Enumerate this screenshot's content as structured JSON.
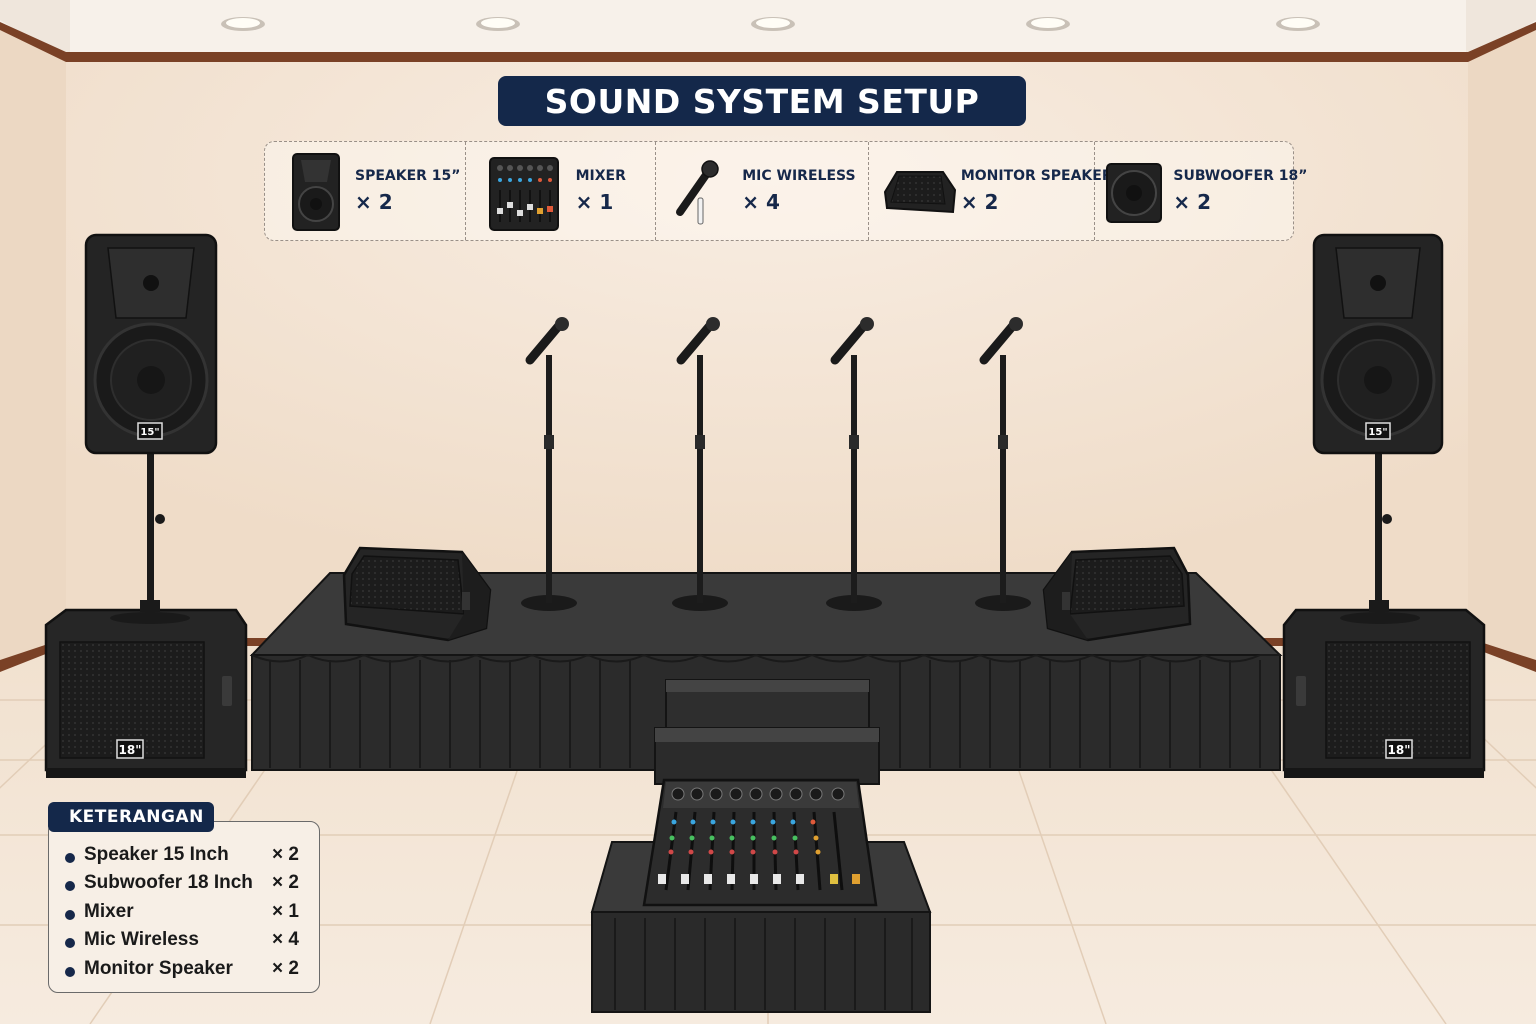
{
  "title": "SOUND SYSTEM SETUP",
  "inventory": [
    {
      "name": "SPEAKER 15”",
      "qty": "× 2",
      "icon": "speaker-icon"
    },
    {
      "name": "MIXER",
      "qty": "× 1",
      "icon": "mixer-icon"
    },
    {
      "name": "MIC WIRELESS",
      "qty": "× 4",
      "icon": "microphone-icon"
    },
    {
      "name": "MONITOR SPEAKER",
      "qty": "× 2",
      "icon": "monitor-speaker-icon"
    },
    {
      "name": "SUBWOOFER 18”",
      "qty": "× 2",
      "icon": "subwoofer-icon"
    }
  ],
  "speaker_badge": "15\"",
  "subwoofer_badge": "18\"",
  "legend": {
    "title": "KETERANGAN",
    "items": [
      {
        "label": "Speaker 15 Inch",
        "qty": "× 2"
      },
      {
        "label": "Subwoofer 18 Inch",
        "qty": "× 2"
      },
      {
        "label": "Mixer",
        "qty": "× 1"
      },
      {
        "label": "Mic Wireless",
        "qty": "× 4"
      },
      {
        "label": "Monitor Speaker",
        "qty": "× 2"
      }
    ]
  },
  "colors": {
    "banner": "#14284a",
    "wall": "#f3e6d8",
    "floor": "#efddc9",
    "equipment": "#1e1e1e",
    "stage": "#2a2a2a",
    "trim": "#6b3a22"
  }
}
